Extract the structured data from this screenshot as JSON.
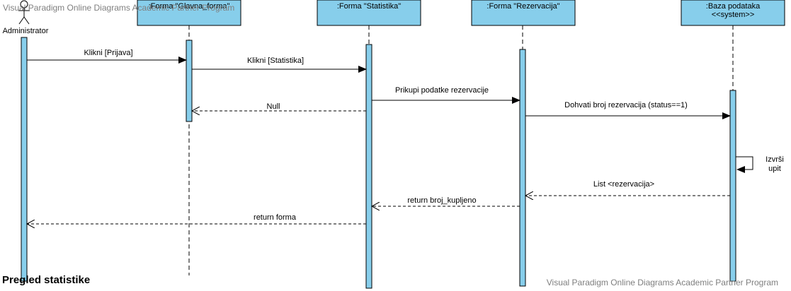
{
  "watermark_top": "Visual Paradigm Online Diagrams Academic Partner Program",
  "watermark_bottom": "Visual Paradigm Online Diagrams Academic Partner Program",
  "title": "Pregled statistike",
  "colors": {
    "lifeline_fill": "#87CEEB",
    "stroke": "#000000",
    "watermark": "#7f7f7f"
  },
  "actor": {
    "label": "Administrator"
  },
  "participants": [
    {
      "id": "glavna",
      "line1": ":Forma \"Glavna_forma\"",
      "line2": ""
    },
    {
      "id": "statistika",
      "line1": ":Forma \"Statistika\"",
      "line2": ""
    },
    {
      "id": "rezervacija",
      "line1": ":Forma \"Rezervacija\"",
      "line2": ""
    },
    {
      "id": "baza",
      "line1": ":Baza podataka",
      "line2": "<<system>>"
    }
  ],
  "messages": [
    {
      "label": "Klikni [Prijava]",
      "from": "admin",
      "to": "glavna",
      "kind": "sync"
    },
    {
      "label": "Klikni [Statistika]",
      "from": "glavna",
      "to": "statistika",
      "kind": "sync"
    },
    {
      "label": "Prikupi podatke rezervacije",
      "from": "statistika",
      "to": "rezervacija",
      "kind": "sync"
    },
    {
      "label": "Null",
      "from": "statistika",
      "to": "glavna",
      "kind": "return"
    },
    {
      "label": "Dohvati broj rezervacija (status==1)",
      "from": "rezervacija",
      "to": "baza",
      "kind": "sync"
    },
    {
      "label": "Izvrši upit",
      "from": "baza",
      "to": "baza",
      "kind": "self"
    },
    {
      "label": "List <rezervacija>",
      "from": "baza",
      "to": "rezervacija",
      "kind": "return"
    },
    {
      "label": "return broj_kupljeno",
      "from": "rezervacija",
      "to": "statistika",
      "kind": "return"
    },
    {
      "label": "return forma",
      "from": "statistika",
      "to": "admin",
      "kind": "return"
    }
  ]
}
